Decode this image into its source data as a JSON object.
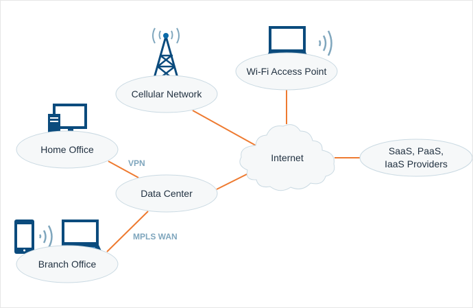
{
  "colors": {
    "edge": "#ee7a30",
    "icon_dark": "#0b4b7d",
    "icon_light": "#7fa6bd",
    "node_fill": "#f6f8f9",
    "node_stroke": "#c9d9e2",
    "label_text": "#1f2f3f"
  },
  "nodes": {
    "cellular": {
      "label": "Cellular Network",
      "icon": "cell-tower-icon"
    },
    "wifi": {
      "label": "Wi-Fi Access Point",
      "icon": "laptop-wifi-icon"
    },
    "home": {
      "label": "Home Office",
      "icon": "desktop-computer-icon"
    },
    "internet": {
      "label": "Internet",
      "icon": "cloud-icon"
    },
    "saas": {
      "label_line1": "SaaS, PaaS,",
      "label_line2": "IaaS Providers"
    },
    "datacenter": {
      "label": "Data Center"
    },
    "branch": {
      "label": "Branch Office",
      "icon": "phone-laptop-icon"
    }
  },
  "edge_labels": {
    "vpn": "VPN",
    "mpls": "MPLS WAN"
  }
}
